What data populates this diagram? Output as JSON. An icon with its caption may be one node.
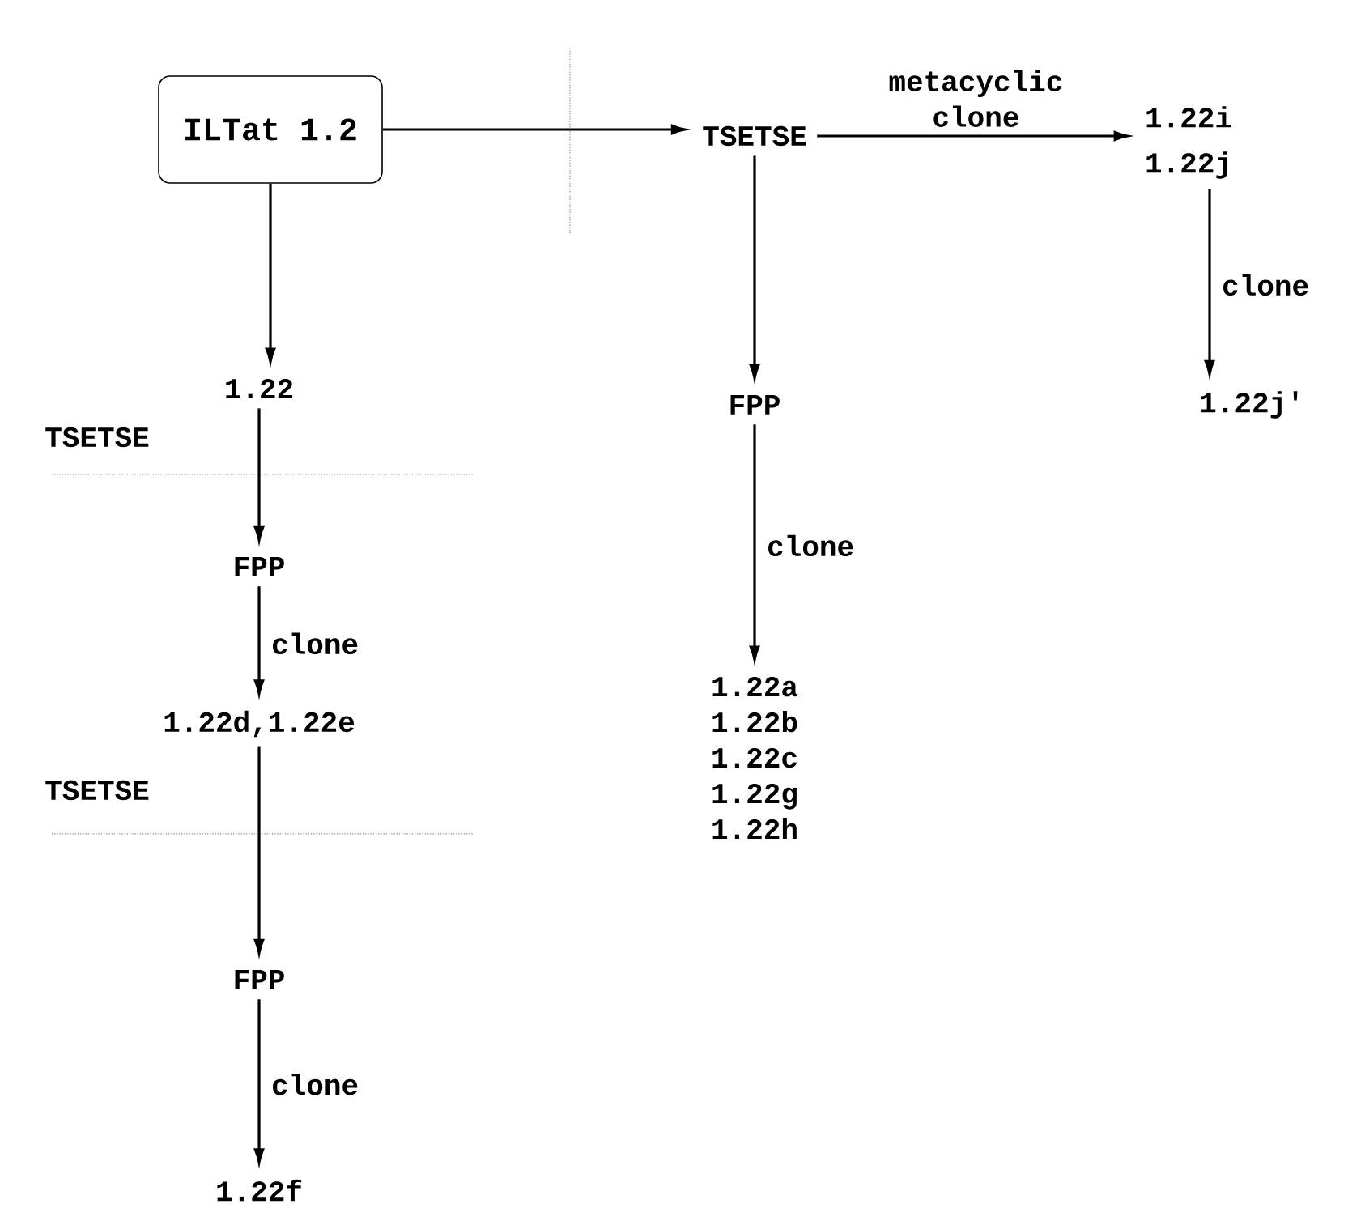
{
  "diagram": {
    "nodes": [
      {
        "text": [
          "ILTat 1.2"
        ]
      },
      {
        "text": [
          "TSETSE"
        ]
      },
      {
        "text": [
          "1.22i",
          "1.22j"
        ]
      },
      {
        "text": [
          "1.22j'"
        ]
      },
      {
        "text": [
          "FPP"
        ]
      },
      {
        "text": [
          "1.22a",
          "1.22b",
          "1.22c",
          "1.22g",
          "1.22h"
        ]
      },
      {
        "text": [
          "1.22"
        ]
      },
      {
        "text": [
          "FPP"
        ]
      },
      {
        "text": [
          "1.22d,1.22e"
        ]
      },
      {
        "text": [
          "FPP"
        ]
      },
      {
        "text": [
          "1.22f"
        ]
      }
    ],
    "edges": [
      {
        "from": 0,
        "to": 1,
        "arrow": "to"
      },
      {
        "from": 1,
        "to": 2,
        "arrow": "to",
        "label": "metacyclic clone"
      },
      {
        "from": 2,
        "to": 3,
        "arrow": "to",
        "label": "clone"
      },
      {
        "from": 1,
        "to": 4,
        "arrow": "to"
      },
      {
        "from": 4,
        "to": 5,
        "arrow": "to",
        "label": "clone"
      },
      {
        "from": 0,
        "to": 6,
        "arrow": "to"
      },
      {
        "from": 6,
        "to": 7,
        "arrow": "to"
      },
      {
        "from": 7,
        "to": 8,
        "arrow": "to",
        "label": "clone"
      },
      {
        "from": 8,
        "to": 9,
        "arrow": "to"
      },
      {
        "from": 9,
        "to": 10,
        "arrow": "to",
        "label": "clone"
      }
    ],
    "labels": [
      "TSETSE",
      "TSETSE"
    ]
  }
}
